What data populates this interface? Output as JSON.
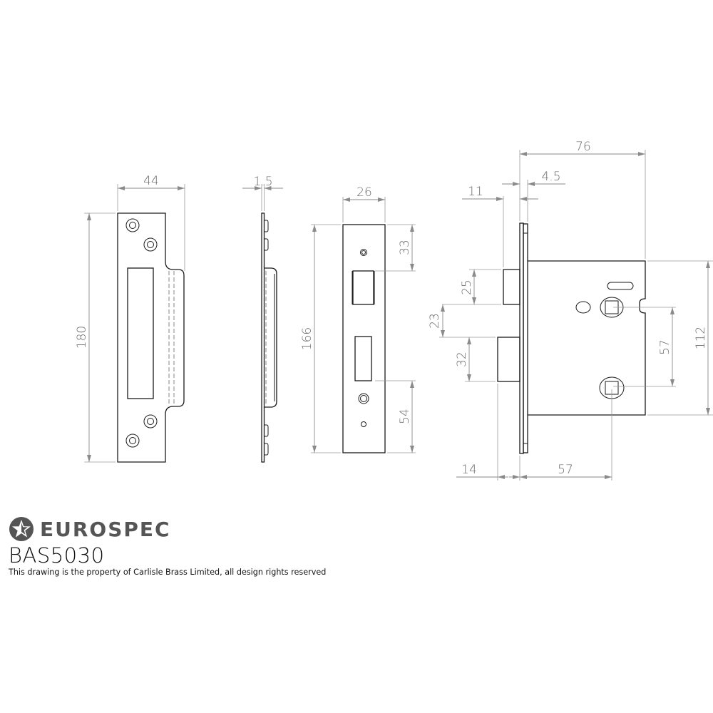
{
  "drawing": {
    "units": "mm",
    "views": {
      "strike_plate_front": {
        "width_label": "44",
        "height_label": "180"
      },
      "strike_plate_side": {
        "thickness_label": "1.5"
      },
      "forend_front": {
        "width_label": "26",
        "height_label": "166",
        "top_to_latch_label": "33",
        "bottom_to_bolt_label": "54"
      },
      "lock_body_side": {
        "case_depth_label": "76",
        "forend_thickness_label": "4.5",
        "latch_projection_label": "11",
        "latch_height_label": "25",
        "latch_to_bolt_gap_label": "23",
        "bolt_height_label": "32",
        "bolt_projection_label": "14",
        "backset_label": "57",
        "centres_label": "57",
        "case_height_label": "112"
      }
    }
  },
  "title_block": {
    "brand": "EUROSPEC",
    "brand_icon": "star-circle-icon",
    "model": "BAS5030",
    "copyright": "This drawing is the property of Carlisle Brass Limited, all design rights reserved"
  },
  "colors": {
    "line": "#1a1a1a",
    "dimension": "#8a8a8a",
    "dimension_text": "#6b6b6b",
    "brand": "#555555"
  }
}
